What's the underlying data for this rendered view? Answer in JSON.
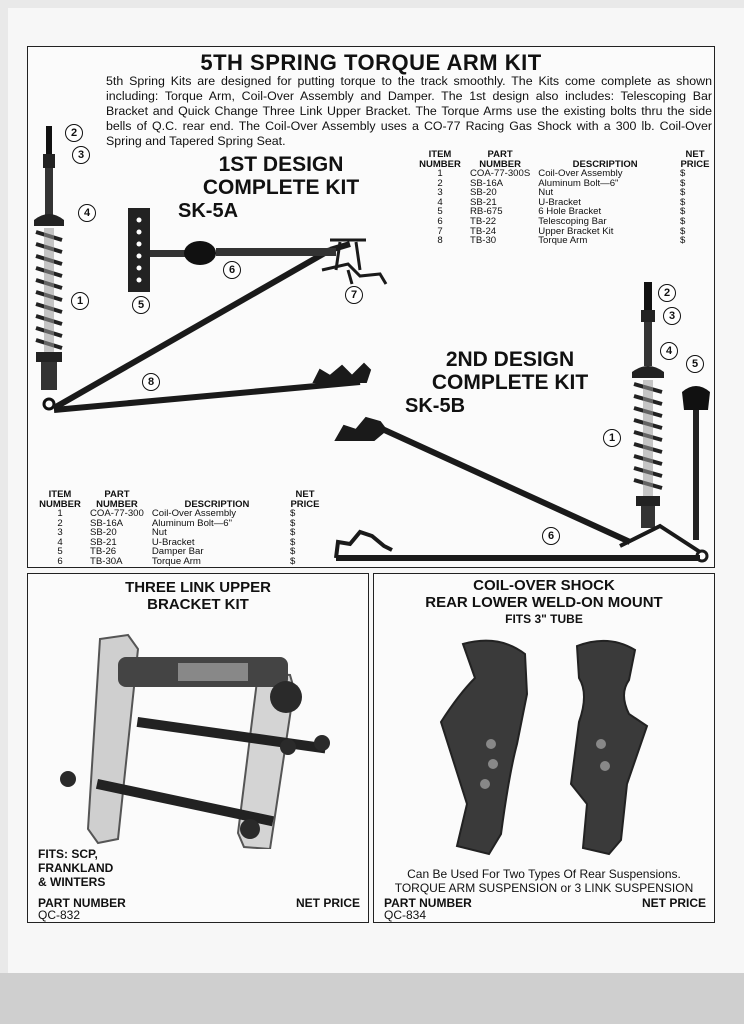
{
  "page_title": "5TH SPRING TORQUE ARM KIT",
  "intro_text": "5th Spring Kits are designed for putting torque to the track smoothly. The Kits come complete as shown including: Torque Arm, Coil-Over Assembly and Damper. The 1st design also includes: Telescoping Bar Bracket and Quick Change Three Link Upper Bracket. The Torque Arms use the existing bolts thru the side bells of Q.C. rear end. The Coil-Over Assembly uses a CO-77 Racing Gas Shock with a 300 lb. Coil-Over Spring and Tapered Spring Seat.",
  "design1": {
    "line1": "1ST DESIGN",
    "line2": "COMPLETE KIT",
    "kit_number": "SK-5A",
    "headers": [
      "ITEM NUMBER",
      "PART NUMBER",
      "DESCRIPTION",
      "NET PRICE"
    ],
    "rows": [
      {
        "item": "1",
        "part": "COA-77-300S",
        "desc": "Coil-Over Assembly",
        "price": "$"
      },
      {
        "item": "2",
        "part": "SB-16A",
        "desc": "Aluminum Bolt—6\"",
        "price": "$"
      },
      {
        "item": "3",
        "part": "SB-20",
        "desc": "Nut",
        "price": "$"
      },
      {
        "item": "4",
        "part": "SB-21",
        "desc": "U-Bracket",
        "price": "$"
      },
      {
        "item": "5",
        "part": "RB-675",
        "desc": "6 Hole Bracket",
        "price": "$"
      },
      {
        "item": "6",
        "part": "TB-22",
        "desc": "Telescoping Bar",
        "price": "$"
      },
      {
        "item": "7",
        "part": "TB-24",
        "desc": "Upper Bracket Kit",
        "price": "$"
      },
      {
        "item": "8",
        "part": "TB-30",
        "desc": "Torque Arm",
        "price": "$"
      }
    ]
  },
  "design2": {
    "line1": "2ND DESIGN",
    "line2": "COMPLETE KIT",
    "kit_number": "SK-5B",
    "headers": [
      "ITEM NUMBER",
      "PART NUMBER",
      "DESCRIPTION",
      "NET PRICE"
    ],
    "rows": [
      {
        "item": "1",
        "part": "COA-77-300",
        "desc": "Coil-Over Assembly",
        "price": "$"
      },
      {
        "item": "2",
        "part": "SB-16A",
        "desc": "Aluminum Bolt—6\"",
        "price": "$"
      },
      {
        "item": "3",
        "part": "SB-20",
        "desc": "Nut",
        "price": "$"
      },
      {
        "item": "4",
        "part": "SB-21",
        "desc": "U-Bracket",
        "price": "$"
      },
      {
        "item": "5",
        "part": "TB-26",
        "desc": "Damper Bar",
        "price": "$"
      },
      {
        "item": "6",
        "part": "TB-30A",
        "desc": "Torque Arm",
        "price": "$"
      }
    ]
  },
  "callouts1": [
    "1",
    "2",
    "3",
    "4",
    "5",
    "6",
    "7",
    "8"
  ],
  "callouts2": [
    "1",
    "2",
    "3",
    "4",
    "5",
    "6"
  ],
  "bracket_kit": {
    "title1": "THREE LINK UPPER",
    "title2": "BRACKET KIT",
    "fits1": "FITS: SCP,",
    "fits2": "FRANKLAND",
    "fits3": "& WINTERS",
    "part_label": "PART NUMBER",
    "part_number": "QC-832",
    "price_label": "NET PRICE"
  },
  "shock_mount": {
    "title1": "COIL-OVER SHOCK",
    "title2": "REAR LOWER WELD-ON MOUNT",
    "subtitle": "FITS 3\" TUBE",
    "note1": "Can Be Used For Two Types Of Rear Suspensions.",
    "note2": "TORQUE ARM SUSPENSION or 3 LINK SUSPENSION",
    "part_label": "PART NUMBER",
    "part_number": "QC-834",
    "price_label": "NET PRICE"
  }
}
